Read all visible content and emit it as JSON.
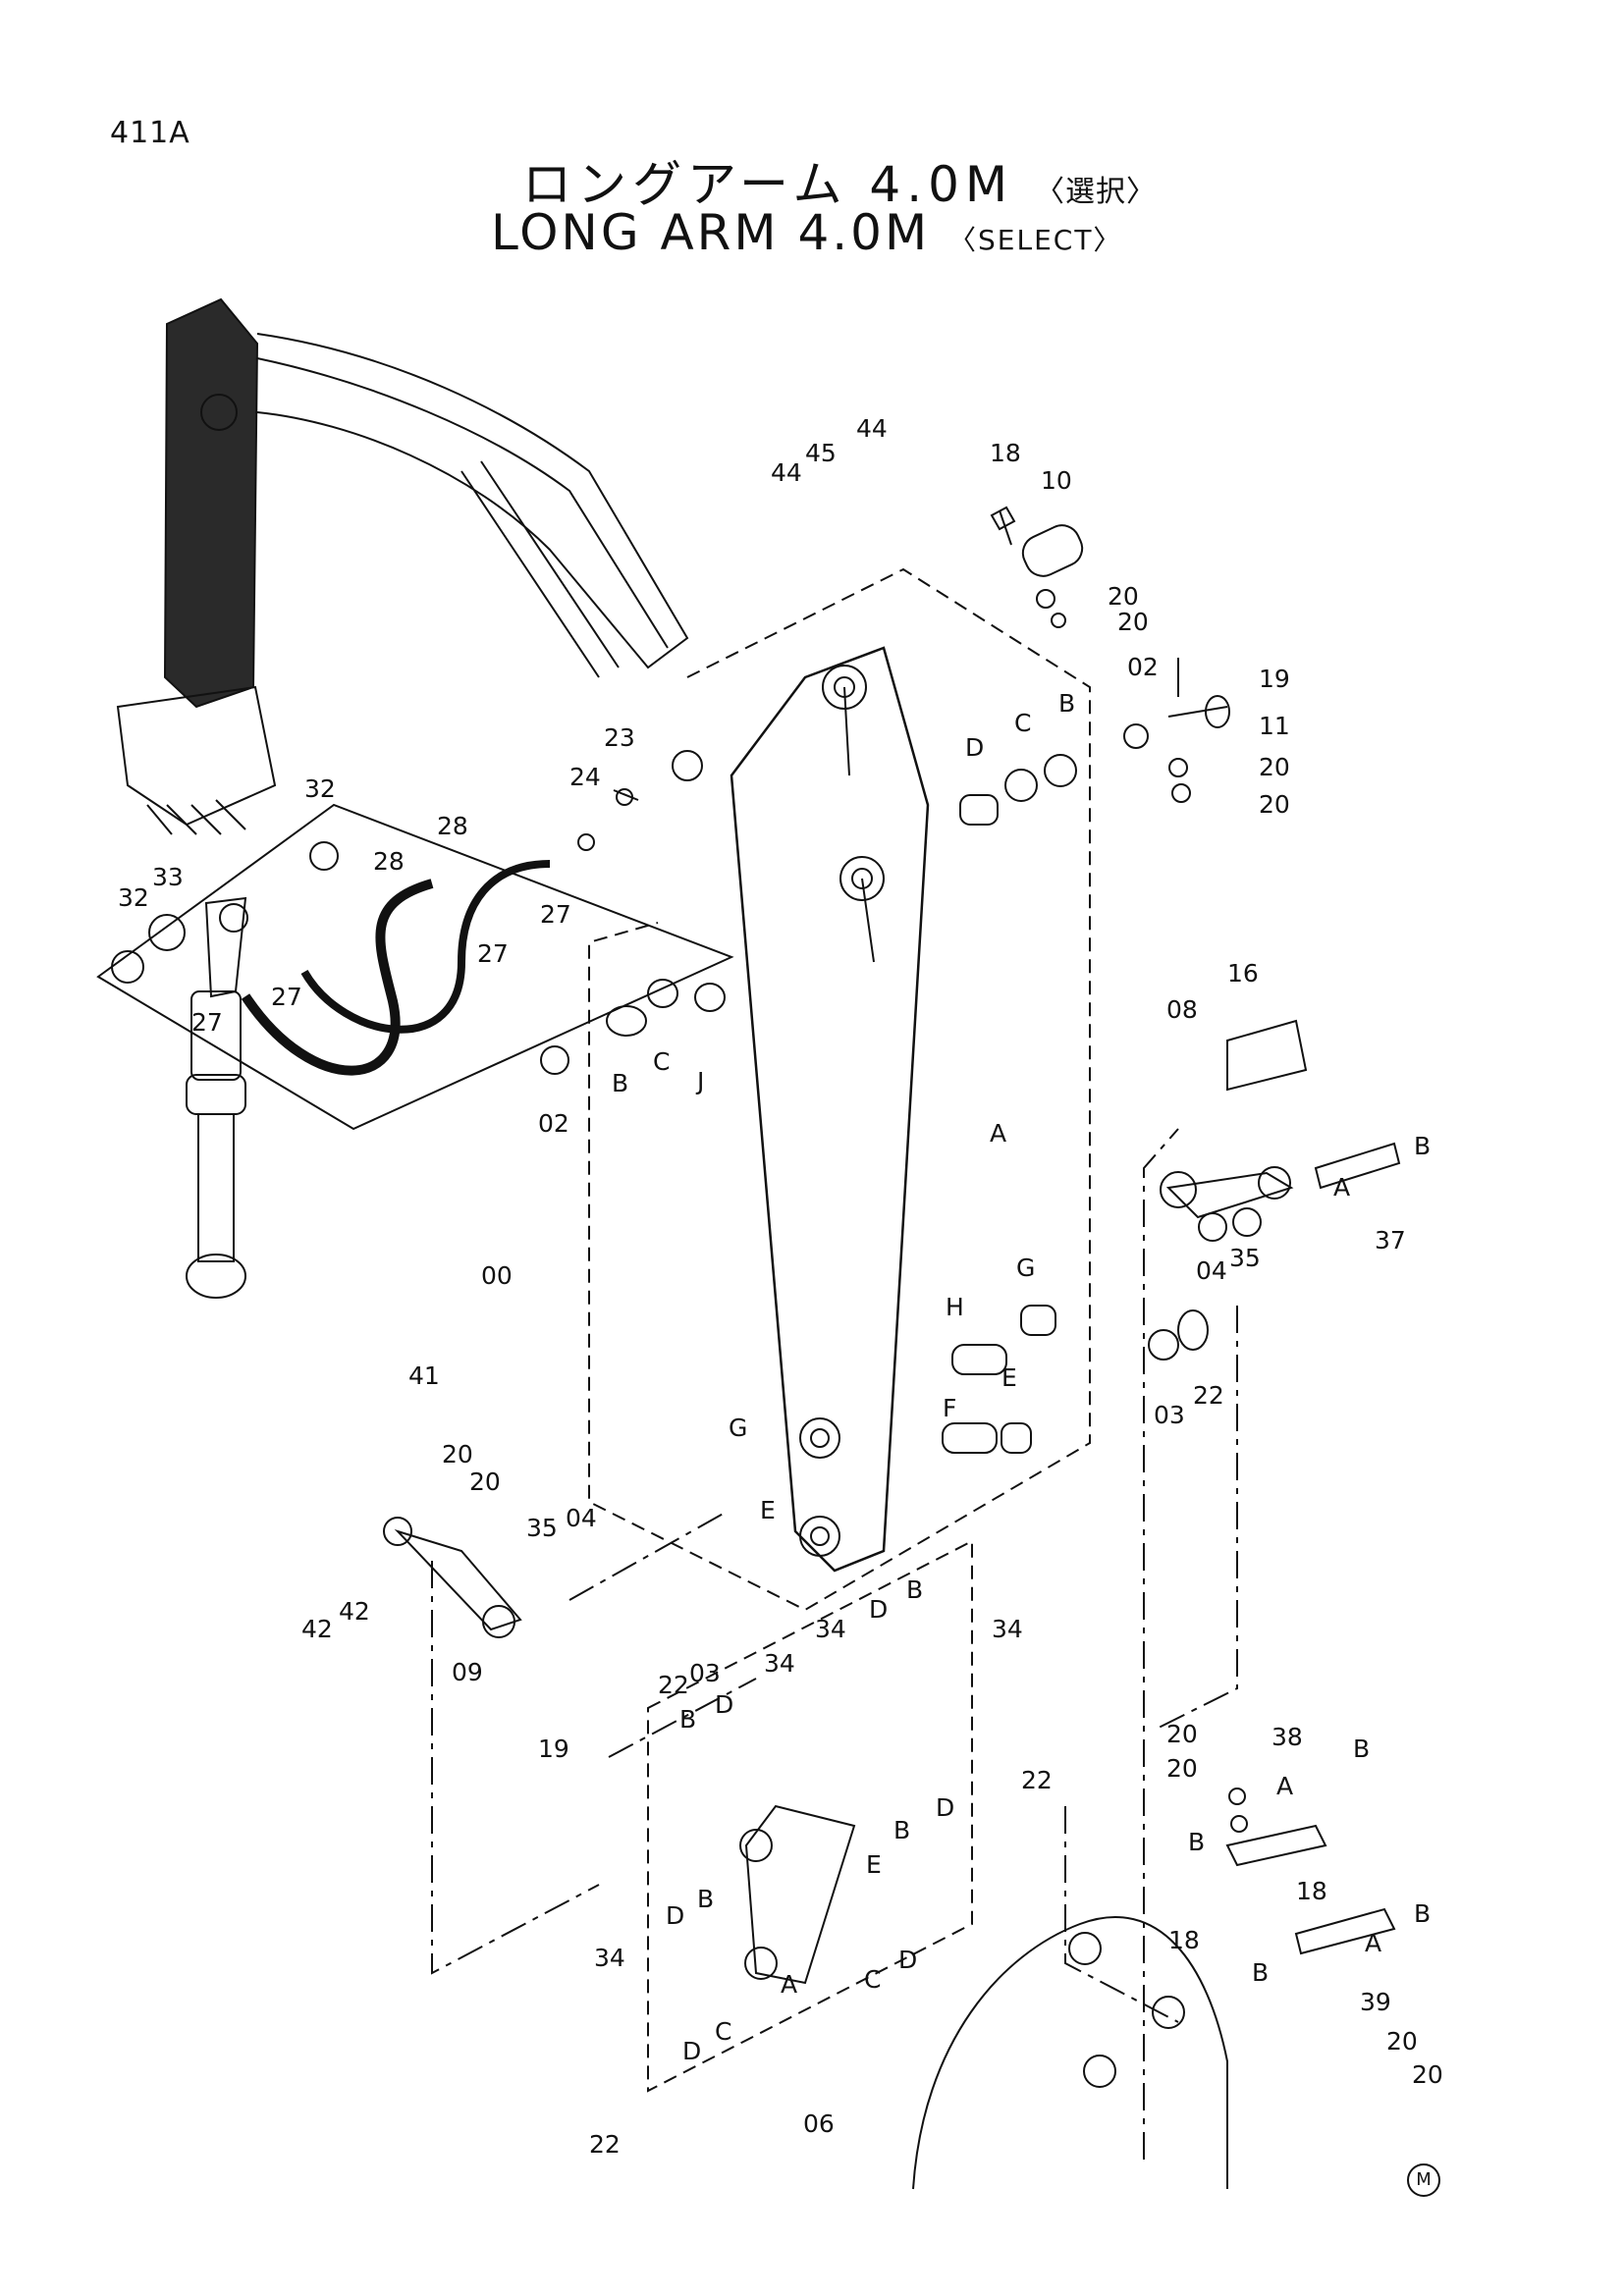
{
  "page": {
    "id": "411A",
    "title_jp": "ロングアーム 4.0M",
    "title_jp_sel": "〈選択〉",
    "title_en": "LONG ARM 4.0M",
    "title_en_sel": "〈SELECT〉",
    "mark": "M"
  },
  "callouts": {
    "c44a": "44",
    "c45": "45",
    "c44b": "44",
    "c18a": "18",
    "c10": "10",
    "c20a": "20",
    "c20b": "20",
    "c02a": "02",
    "c19a": "19",
    "c11": "11",
    "c20c": "20",
    "c20d": "20",
    "c23": "23",
    "c24": "24",
    "cDa": "D",
    "cCa": "C",
    "cBa": "B",
    "c32a": "32",
    "c32b": "32",
    "c33": "33",
    "c28a": "28",
    "c28b": "28",
    "c27a": "27",
    "c27b": "27",
    "c27c": "27",
    "c27d": "27",
    "c02b": "02",
    "cBb": "B",
    "cCb": "C",
    "cJ": "J",
    "cA1": "A",
    "c00": "00",
    "c16": "16",
    "c08": "08",
    "cBc": "B",
    "cAc": "A",
    "c37": "37",
    "c04a": "04",
    "c35a": "35",
    "cG1": "G",
    "cH": "H",
    "cF": "F",
    "cE1": "E",
    "c03a": "03",
    "c22a": "22",
    "c41": "41",
    "c20e": "20",
    "c20f": "20",
    "c42a": "42",
    "c42b": "42",
    "c09": "09",
    "c19b": "19",
    "c35b": "35",
    "c04b": "04",
    "cG2": "G",
    "cE2": "E",
    "c22b": "22",
    "c03b": "03",
    "c34a": "34",
    "cDb": "D",
    "cBd": "B",
    "c34b": "34",
    "c34c": "34",
    "cBe": "B",
    "cDc": "D",
    "cBf": "B",
    "cEg": "E",
    "cDd": "D",
    "cDe": "D",
    "cBh": "B",
    "c34d": "34",
    "cAd": "A",
    "cCc": "C",
    "cDf": "D",
    "cDg": "D",
    "cCd": "C",
    "c22c": "22",
    "c06": "06",
    "c22d": "22",
    "c20g": "20",
    "c20h": "20",
    "c38": "38",
    "cA38": "A",
    "cB38a": "B",
    "cB38b": "B",
    "c18b": "18",
    "c18c": "18",
    "cB39a": "B",
    "cA39": "A",
    "cB39b": "B",
    "c39": "39",
    "c20i": "20",
    "c20j": "20"
  }
}
